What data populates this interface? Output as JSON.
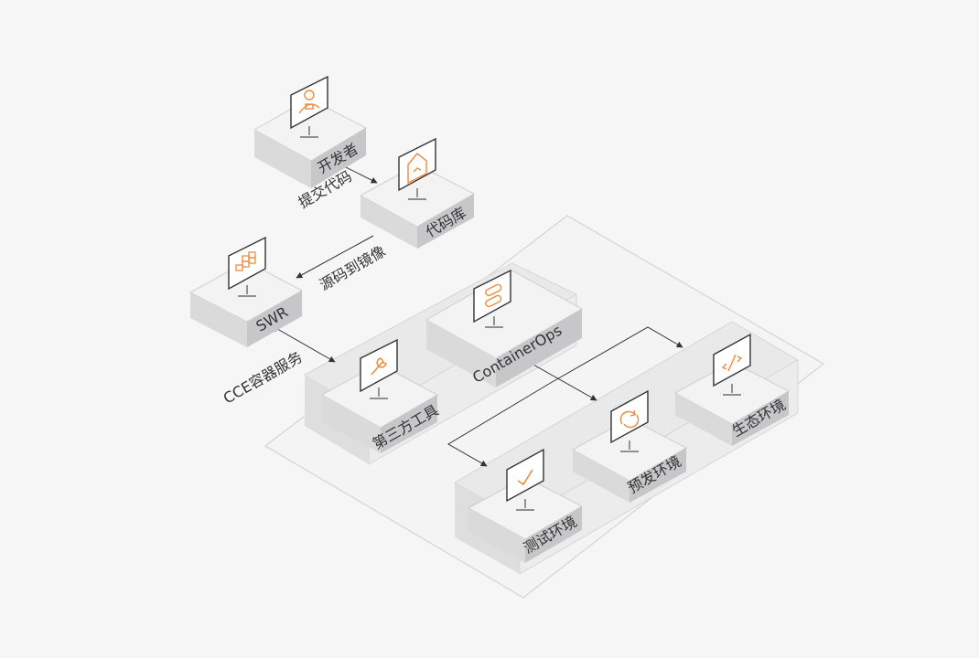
{
  "nodes": {
    "developer": {
      "label": "开发者"
    },
    "repo": {
      "label": "代码库"
    },
    "swr": {
      "label": "SWR"
    },
    "containerops": {
      "label": "ContainerOps"
    },
    "third_party": {
      "label": "第三方工具"
    },
    "eco_env": {
      "label": "生态环境"
    },
    "pre_env": {
      "label": "预发环境"
    },
    "test_env": {
      "label": "测试环境"
    }
  },
  "edges": {
    "commit": {
      "label": "提交代码"
    },
    "source_to_image": {
      "label": "源码到镜像"
    },
    "cce": {
      "label": "CCE容器服务"
    }
  },
  "icons": {
    "developer": "user-icon",
    "repo": "repository-icon",
    "swr": "stack-icon",
    "containerops": "container-icon",
    "third_party": "wrench-icon",
    "eco_env": "code-icon",
    "pre_env": "refresh-icon",
    "test_env": "check-icon"
  },
  "colors": {
    "accent": "#f08a3c",
    "box_top": "#f3f3f3",
    "box_left": "#dadadb",
    "box_right": "#c7c7ca",
    "line": "#333333",
    "region_line": "#d4d4d4"
  }
}
